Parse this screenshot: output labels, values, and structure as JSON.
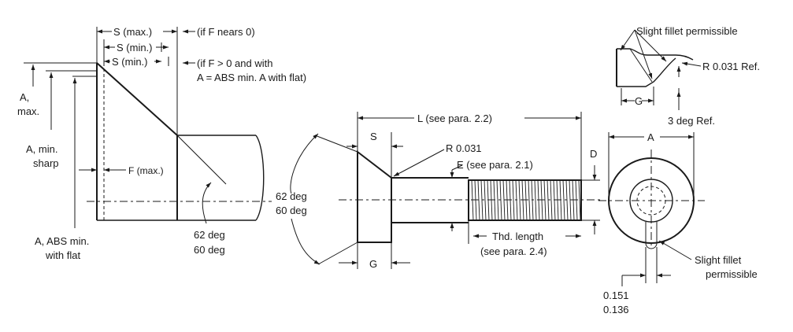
{
  "left_view": {
    "s_max": "S (max.)",
    "s_min_a": "S (min.)",
    "s_min_b": "S (min.)",
    "if_f_nears_0": "(if F nears 0)",
    "if_f_gt_0_line1": "(if F > 0 and with",
    "if_f_gt_0_line2": "A = ABS min. A with flat)",
    "a_max_line1": "A,",
    "a_max_line2": "max.",
    "a_min_sharp_line1": "A, min.",
    "a_min_sharp_line2": "sharp",
    "f_max": "F (max.)",
    "a_abs_min_line1": "A, ABS min.",
    "a_abs_min_line2": "with flat",
    "angle_line1": "62 deg",
    "angle_line2": "60 deg"
  },
  "center_view": {
    "l_label": "L (see para. 2.2)",
    "s_label": "S",
    "r_label": "R 0.031",
    "e_label": "E (see para. 2.1)",
    "d_label": "D",
    "angle_line1": "62 deg",
    "angle_line2": "60 deg",
    "g_label": "G",
    "thd_length_line1": "Thd. length",
    "thd_length_line2": "(see para. 2.4)"
  },
  "detail_view": {
    "slight_fillet": "Slight fillet permissible",
    "r_ref": "R 0.031 Ref.",
    "g_label": "G",
    "three_deg_ref": "3 deg Ref."
  },
  "end_view": {
    "a_label": "A",
    "slight_fillet_line1": "Slight fillet",
    "slight_fillet_line2": "permissible",
    "dim_line1": "0.151",
    "dim_line2": "0.136"
  }
}
